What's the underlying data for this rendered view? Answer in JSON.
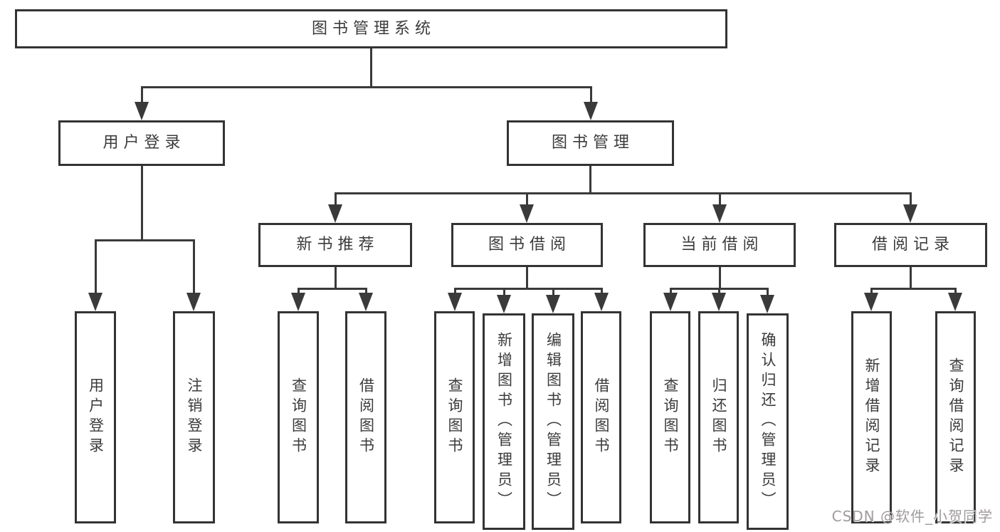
{
  "colors": {
    "background": "#ffffff",
    "box_border": "#333333",
    "line": "#3a3a3a",
    "text": "#3b3b3b",
    "watermark_text": "#9e9e9e"
  },
  "nodes": {
    "root": "图书管理系统",
    "level2": {
      "user_login": "用户登录",
      "book_mgmt": "图书管理"
    },
    "level3": {
      "new_books": "新书推荐",
      "borrowing": "图书借阅",
      "current": "当前借阅",
      "records": "借阅记录"
    },
    "leaves": {
      "user_login": "用户登录",
      "logout": "注销登录",
      "nb_query": "查询图书",
      "nb_borrow": "借阅图书",
      "bb_query": "查询图书",
      "bb_add": "新增图书（管理员）",
      "bb_edit": "编辑图书（管理员）",
      "bb_borrow": "借阅图书",
      "cb_query": "查询图书",
      "cb_return": "归还图书",
      "cb_confirm": "确认归还（管理员）",
      "br_add": "新增借阅记录",
      "br_query": "查询借阅记录"
    }
  },
  "watermark": "CSDN @软件_小贺同学"
}
